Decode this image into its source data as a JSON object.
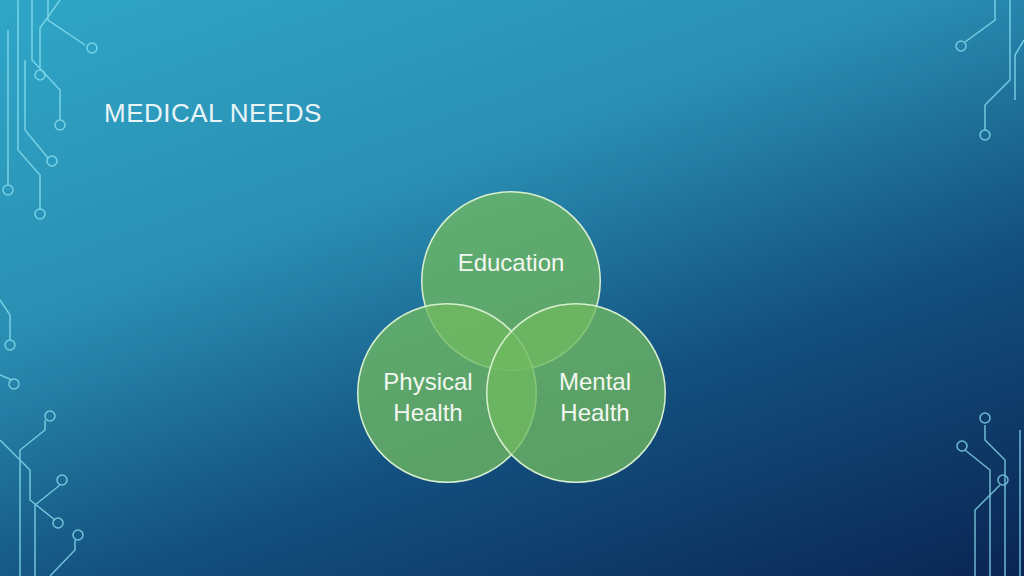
{
  "diagram": {
    "title": "MEDICAL NEEDS",
    "nodes": [
      {
        "text": [
          "Education"
        ]
      },
      {
        "text": [
          "Physical Health"
        ]
      },
      {
        "text": [
          "Mental Health"
        ]
      }
    ]
  }
}
